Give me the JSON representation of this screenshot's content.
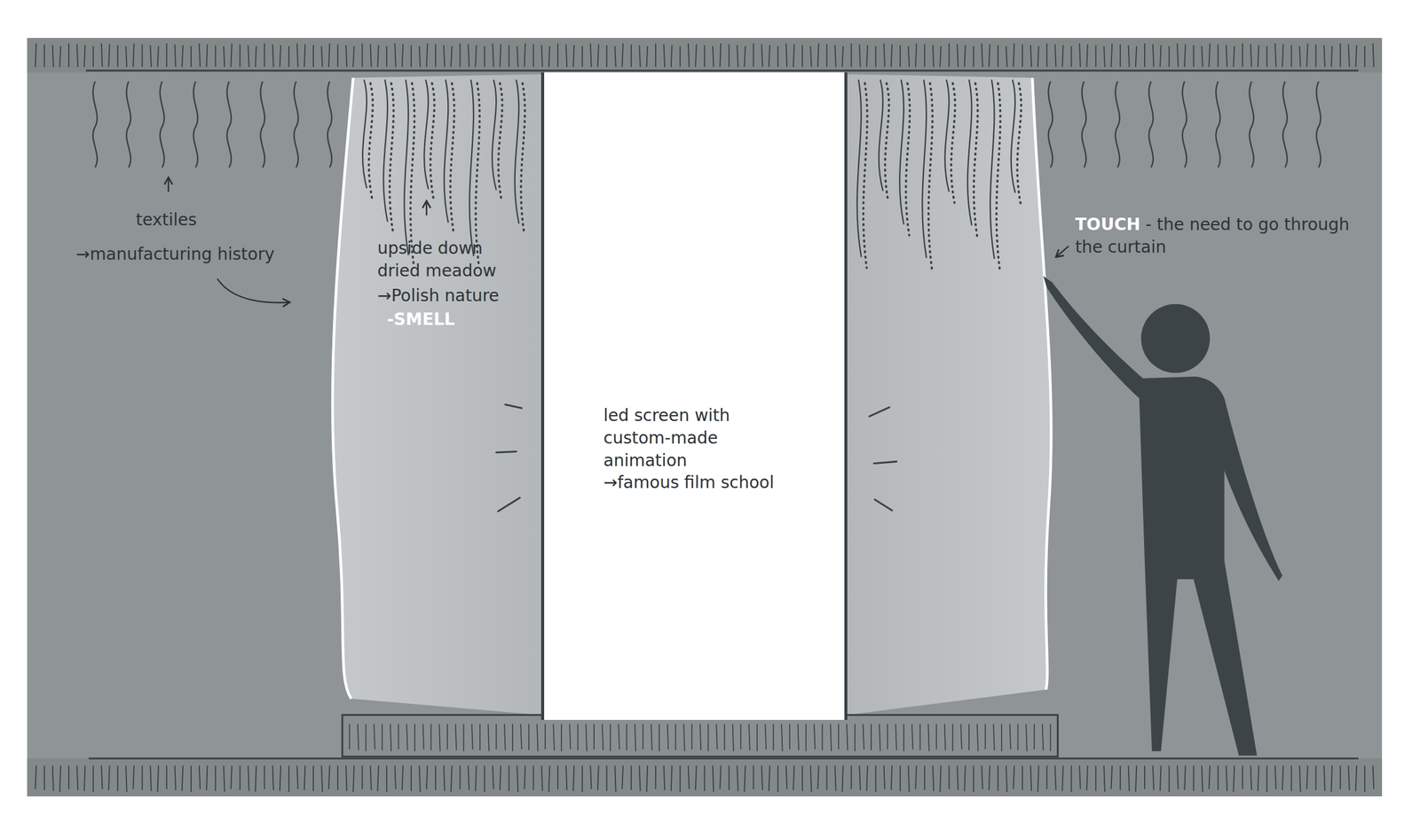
{
  "diagram": {
    "nodes": [
      {
        "text": [
          "led screen with custom-made animation",
          "→famous film school"
        ]
      }
    ],
    "labels": [
      "textiles",
      "→manufacturing history",
      "upside down dried meadow",
      "→Polish nature",
      "-SMELL",
      "TOUCH",
      "- the need to go through the curtain"
    ]
  }
}
